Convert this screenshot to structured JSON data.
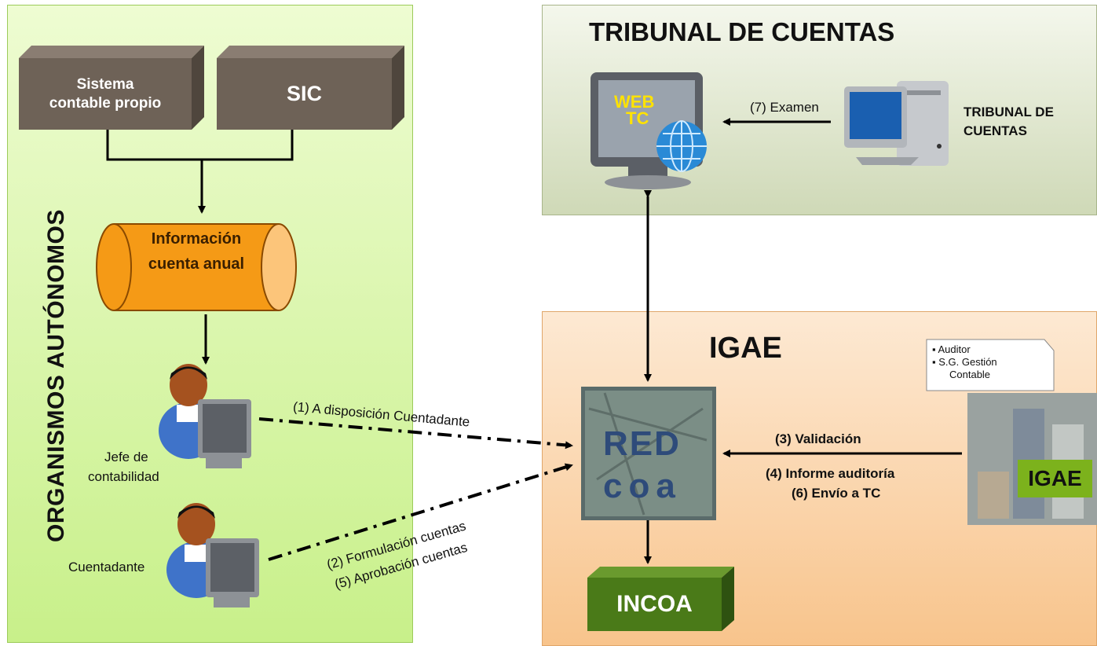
{
  "left_panel": {
    "vertical_title": "ORGANISMOS AUTÓNOMOS",
    "sistema_box": "Sistema contable propio",
    "sic_box": "SIC",
    "cylinder": "Información cuenta anual",
    "jefe_label_1": "Jefe de",
    "jefe_label_2": "contabilidad",
    "cuentadante_label": "Cuentadante"
  },
  "tc_panel": {
    "title": "TRIBUNAL DE CUENTAS",
    "web_label_1": "WEB",
    "web_label_2": "TC",
    "examen_label": "(7) Examen",
    "computer_label_1": "TRIBUNAL DE",
    "computer_label_2": "CUENTAS"
  },
  "igae_panel": {
    "title": "IGAE",
    "red_label_1": "RED",
    "red_label_2": "coa",
    "incoa_label": "INCOA",
    "callout_items": [
      "Auditor",
      "S.G. Gestión",
      "Contable"
    ],
    "building_label": "IGAE",
    "validacion": "(3) Validación",
    "informe": "(4) Informe auditoría",
    "envio": "(6) Envío a TC"
  },
  "arrows": {
    "disposicion": "(1) A disposición Cuentadante",
    "formulacion": "(2) Formulación cuentas",
    "aprobacion": "(5) Aprobación cuentas"
  },
  "colors": {
    "box_gray": "#6e6257",
    "cylinder_orange": "#f59a16",
    "incoa_green": "#4a7a18",
    "web_yellow": "#ffe200"
  }
}
